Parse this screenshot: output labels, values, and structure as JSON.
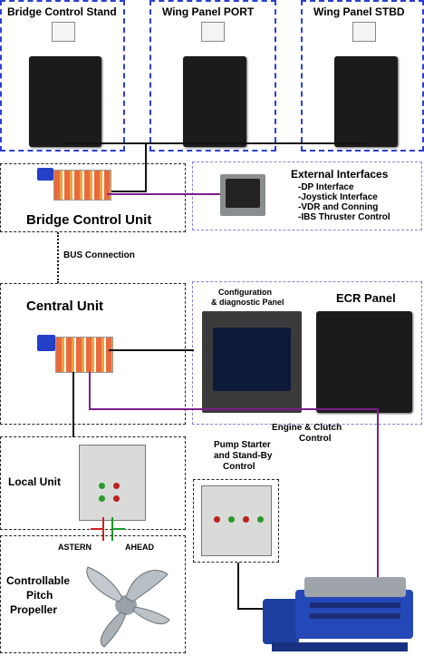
{
  "panels": {
    "bridge_stand": "Bridge Control Stand",
    "wing_port": "Wing Panel PORT",
    "wing_stbd": "Wing Panel STBD"
  },
  "bridge_control_unit": "Bridge Control Unit",
  "external": {
    "title": "External Interfaces",
    "items": [
      "-DP Interface",
      "-Joystick Interface",
      "-VDR and Conning",
      "-IBS Thruster Control"
    ]
  },
  "bus_connection": "BUS Connection",
  "central_unit": "Central Unit",
  "config_panel": {
    "line1": "Configuration",
    "line2": "& diagnostic Panel"
  },
  "ecr_panel": "ECR Panel",
  "engine_clutch": {
    "line1": "Engine & Clutch",
    "line2": "Control"
  },
  "local_unit": "Local Unit",
  "pump_starter": {
    "line1": "Pump Starter",
    "line2": "and Stand-By",
    "line3": "Control"
  },
  "astern": "ASTERN",
  "ahead": "AHEAD",
  "propeller": {
    "line1": "Controllable",
    "line2": "Pitch",
    "line3": "Propeller"
  },
  "colors": {
    "blue_frame": "#2b3fd0",
    "signal_line": "#7b1f8a",
    "astern_line": "#d42020",
    "ahead_line": "#1c9a2a"
  }
}
